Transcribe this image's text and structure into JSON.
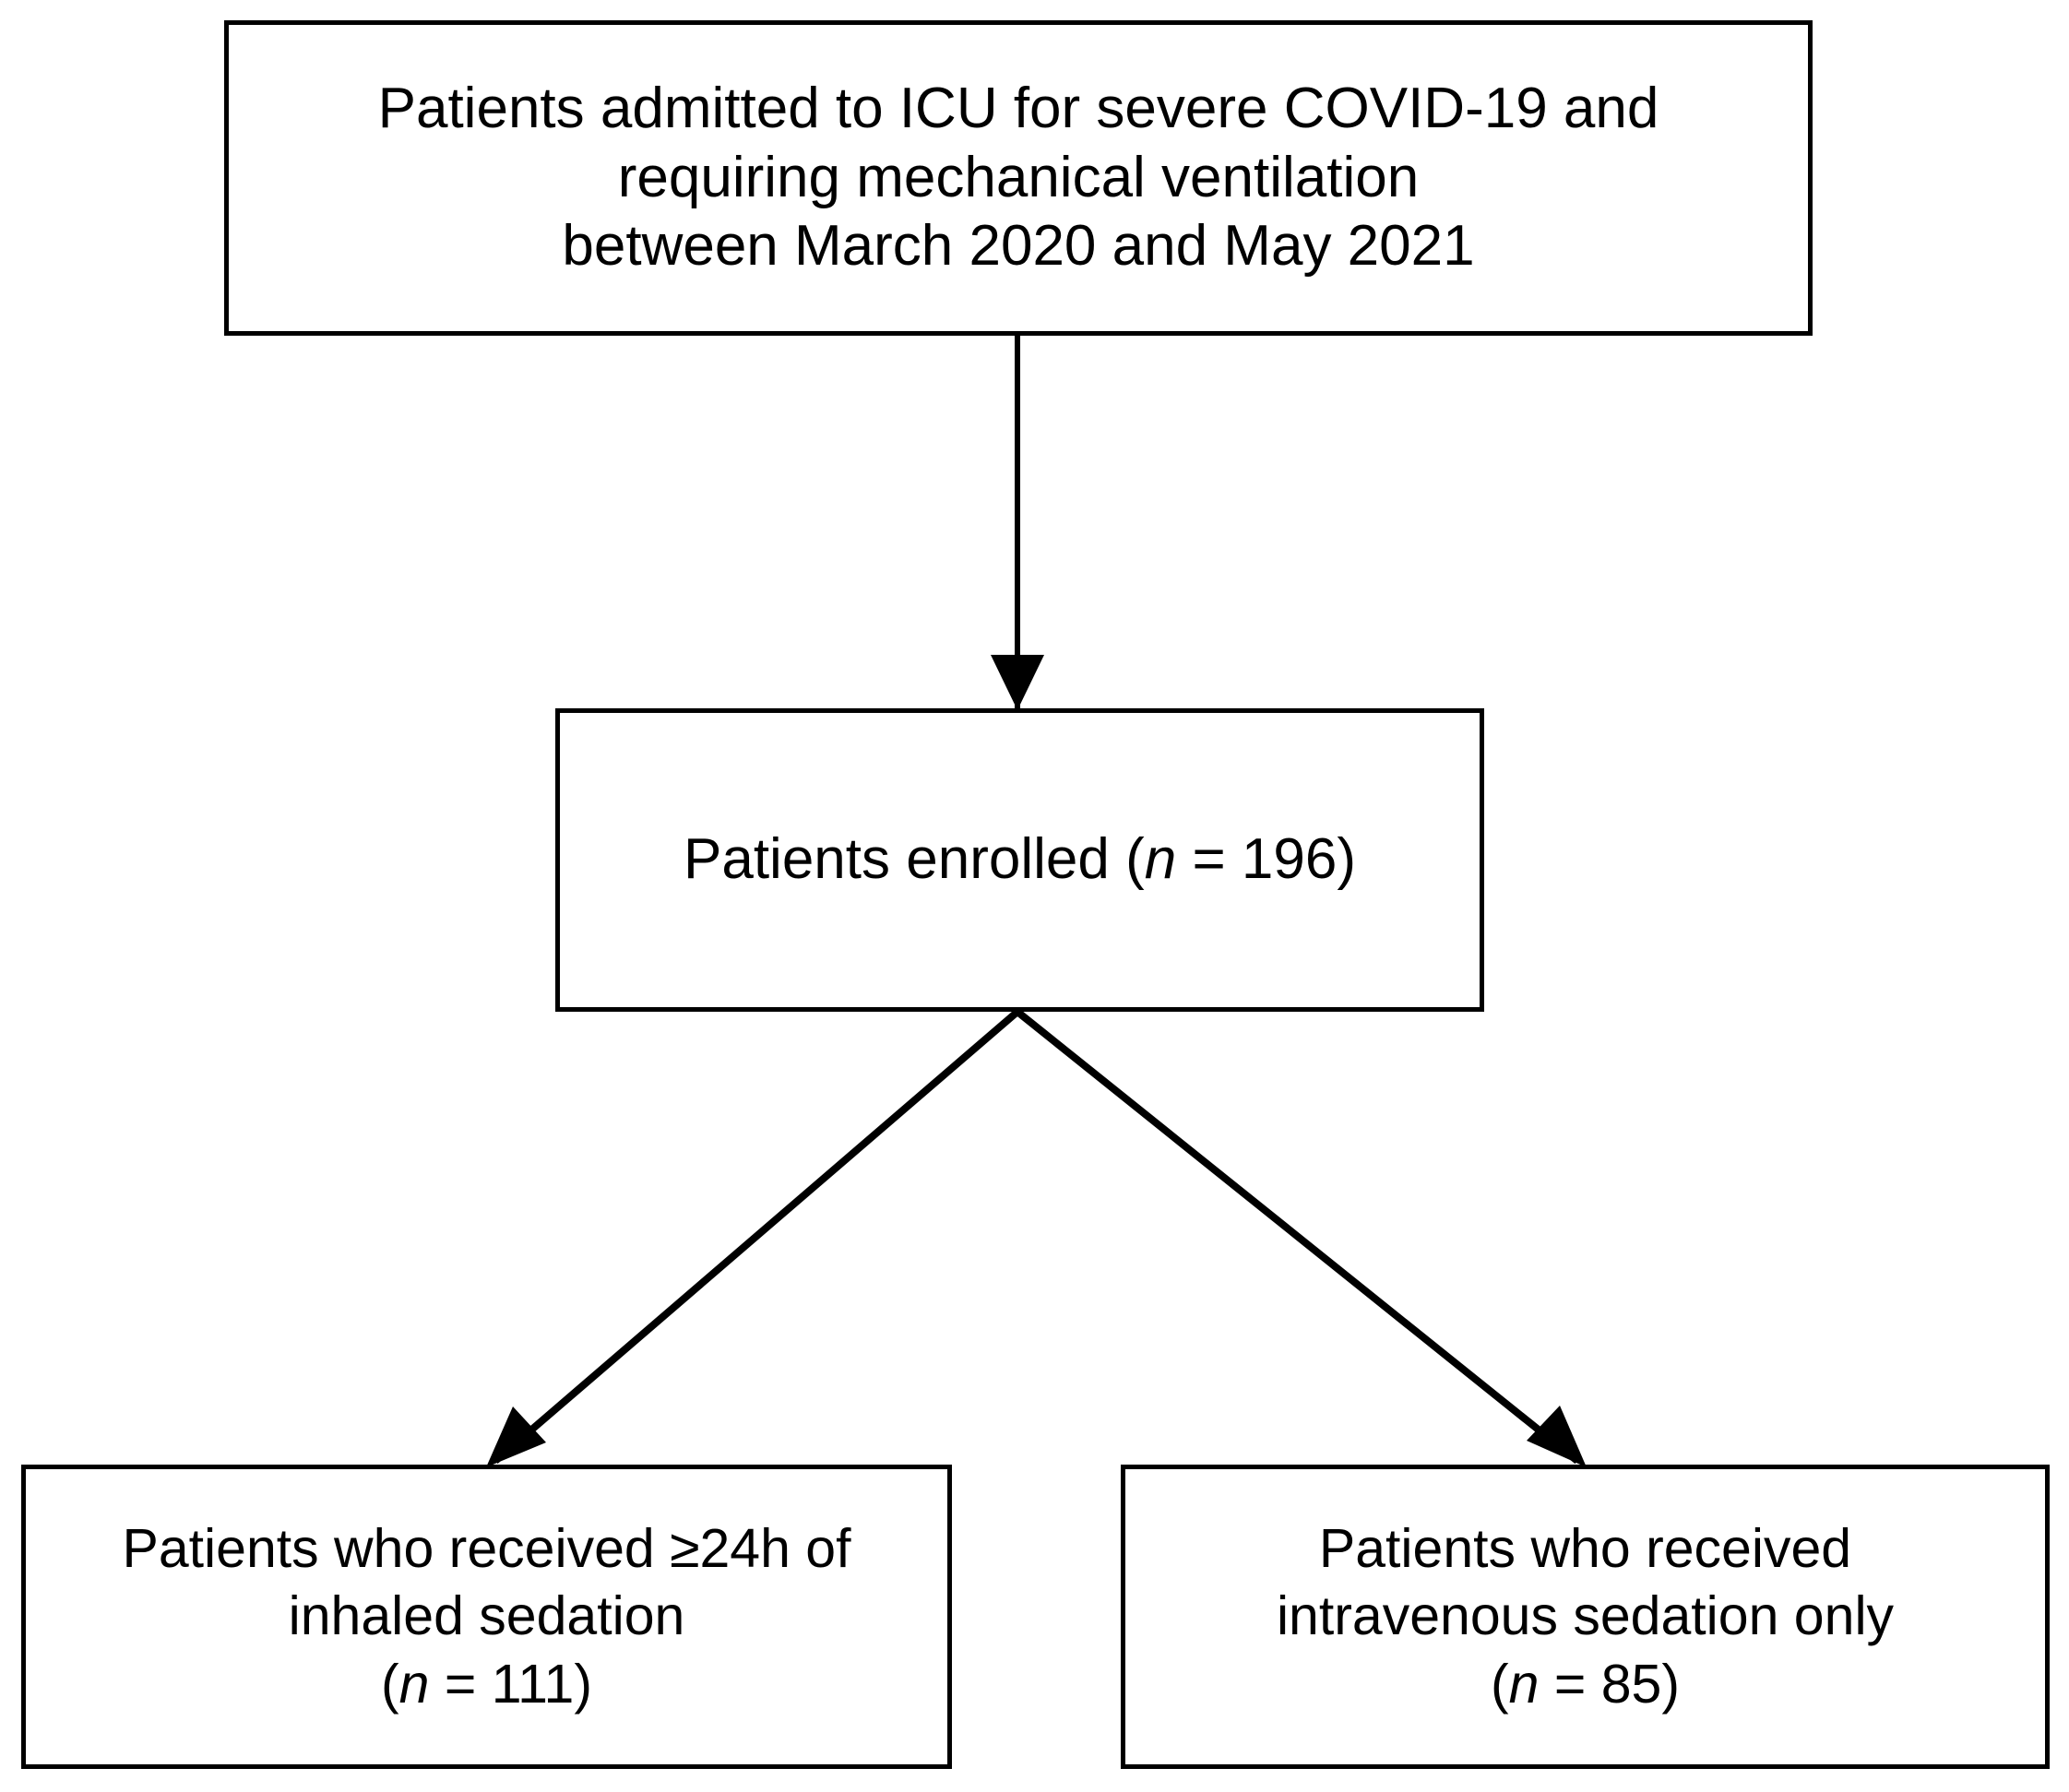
{
  "diagram": {
    "type": "flowchart",
    "title": "Study patient flow diagram",
    "orientation": "top-down",
    "stroke_color": "#000000",
    "fill_color": "#ffffff",
    "text_color": "#000000",
    "nodes": [
      {
        "id": "top",
        "name": "eligible-population",
        "lines": [
          "Patients admitted to ICU for severe COVID-19 and",
          "requiring mechanical ventilation",
          "between March 2020 and May 2021"
        ],
        "text": "Patients admitted to ICU for severe COVID-19 and\nrequiring mechanical ventilation\nbetween March 2020 and May 2021",
        "count": null
      },
      {
        "id": "enrolled",
        "name": "patients-enrolled",
        "lines": [
          "Patients enrolled (n = 196)"
        ],
        "label": "Patients enrolled",
        "count_prefix": "(",
        "count_var": "n",
        "count_eq": " = ",
        "count_value": "196",
        "count_suffix": ")"
      },
      {
        "id": "inhaled",
        "name": "inhaled-sedation-group",
        "lines": [
          "Patients who received ≥24h of",
          "inhaled sedation",
          "(n = 111)"
        ],
        "label_line1": "Patients who received ≥24h of",
        "label_line2": "inhaled sedation",
        "count_prefix": "(",
        "count_var": "n",
        "count_eq": " = ",
        "count_value": "111",
        "count_suffix": ")"
      },
      {
        "id": "intravenous",
        "name": "intravenous-sedation-group",
        "lines": [
          "Patients who received",
          "intravenous sedation only",
          "(n = 85)"
        ],
        "label_line1": "Patients who received",
        "label_line2": "intravenous sedation only",
        "count_prefix": "(",
        "count_var": "n",
        "count_eq": " = ",
        "count_value": "85",
        "count_suffix": ")"
      }
    ],
    "edges": [
      {
        "id": "edge-top-enrolled",
        "from": "top",
        "to": "enrolled",
        "style": "straight-vertical",
        "arrowhead": "solid-triangle"
      },
      {
        "id": "edge-enrolled-inhaled",
        "from": "enrolled",
        "to": "inhaled",
        "style": "diagonal-left",
        "arrowhead": "solid-triangle"
      },
      {
        "id": "edge-enrolled-intravenous",
        "from": "enrolled",
        "to": "intravenous",
        "style": "diagonal-right",
        "arrowhead": "solid-triangle"
      }
    ]
  }
}
